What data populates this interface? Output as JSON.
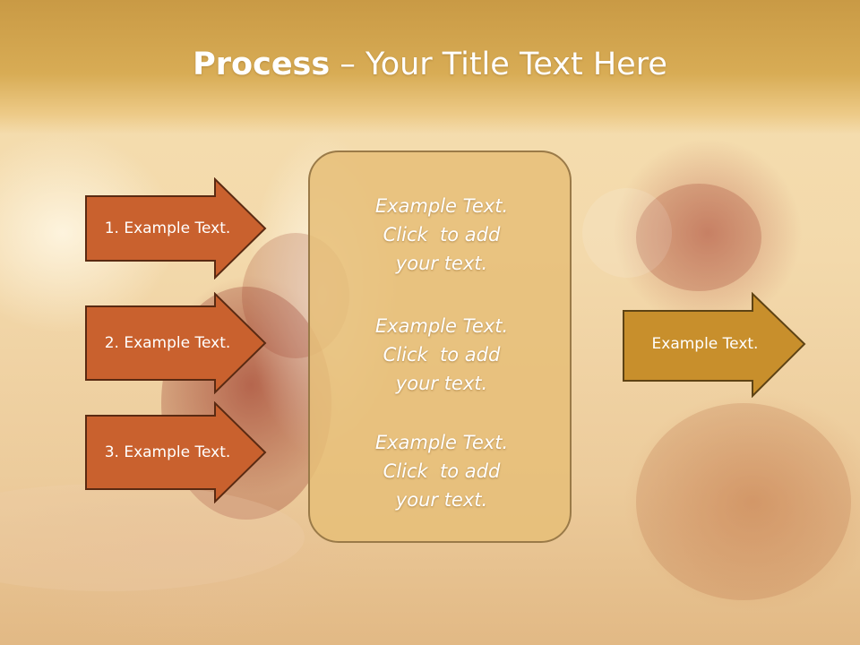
{
  "slide": {
    "title_bold": "Process",
    "title_rest": " – Your Title Text Here"
  },
  "steps": [
    {
      "label": "1. Example Text."
    },
    {
      "label": "2. Example Text."
    },
    {
      "label": "3. Example Text."
    }
  ],
  "center_box": {
    "blocks": [
      {
        "lines": [
          "Example Text.",
          "Click  to add",
          "your text."
        ]
      },
      {
        "lines": [
          "Example Text.",
          "Click  to add",
          "your text."
        ]
      },
      {
        "lines": [
          "Example Text.",
          "Click  to add",
          "your text."
        ]
      }
    ]
  },
  "result": {
    "label": "Example Text."
  },
  "colors": {
    "step_arrow_fill": "#c9612e",
    "step_arrow_stroke": "#5a2a12",
    "result_arrow_fill": "#c88f2c",
    "result_arrow_stroke": "#5e4314",
    "center_box_fill": "#e6be78",
    "title_bar": "#d2a450"
  }
}
